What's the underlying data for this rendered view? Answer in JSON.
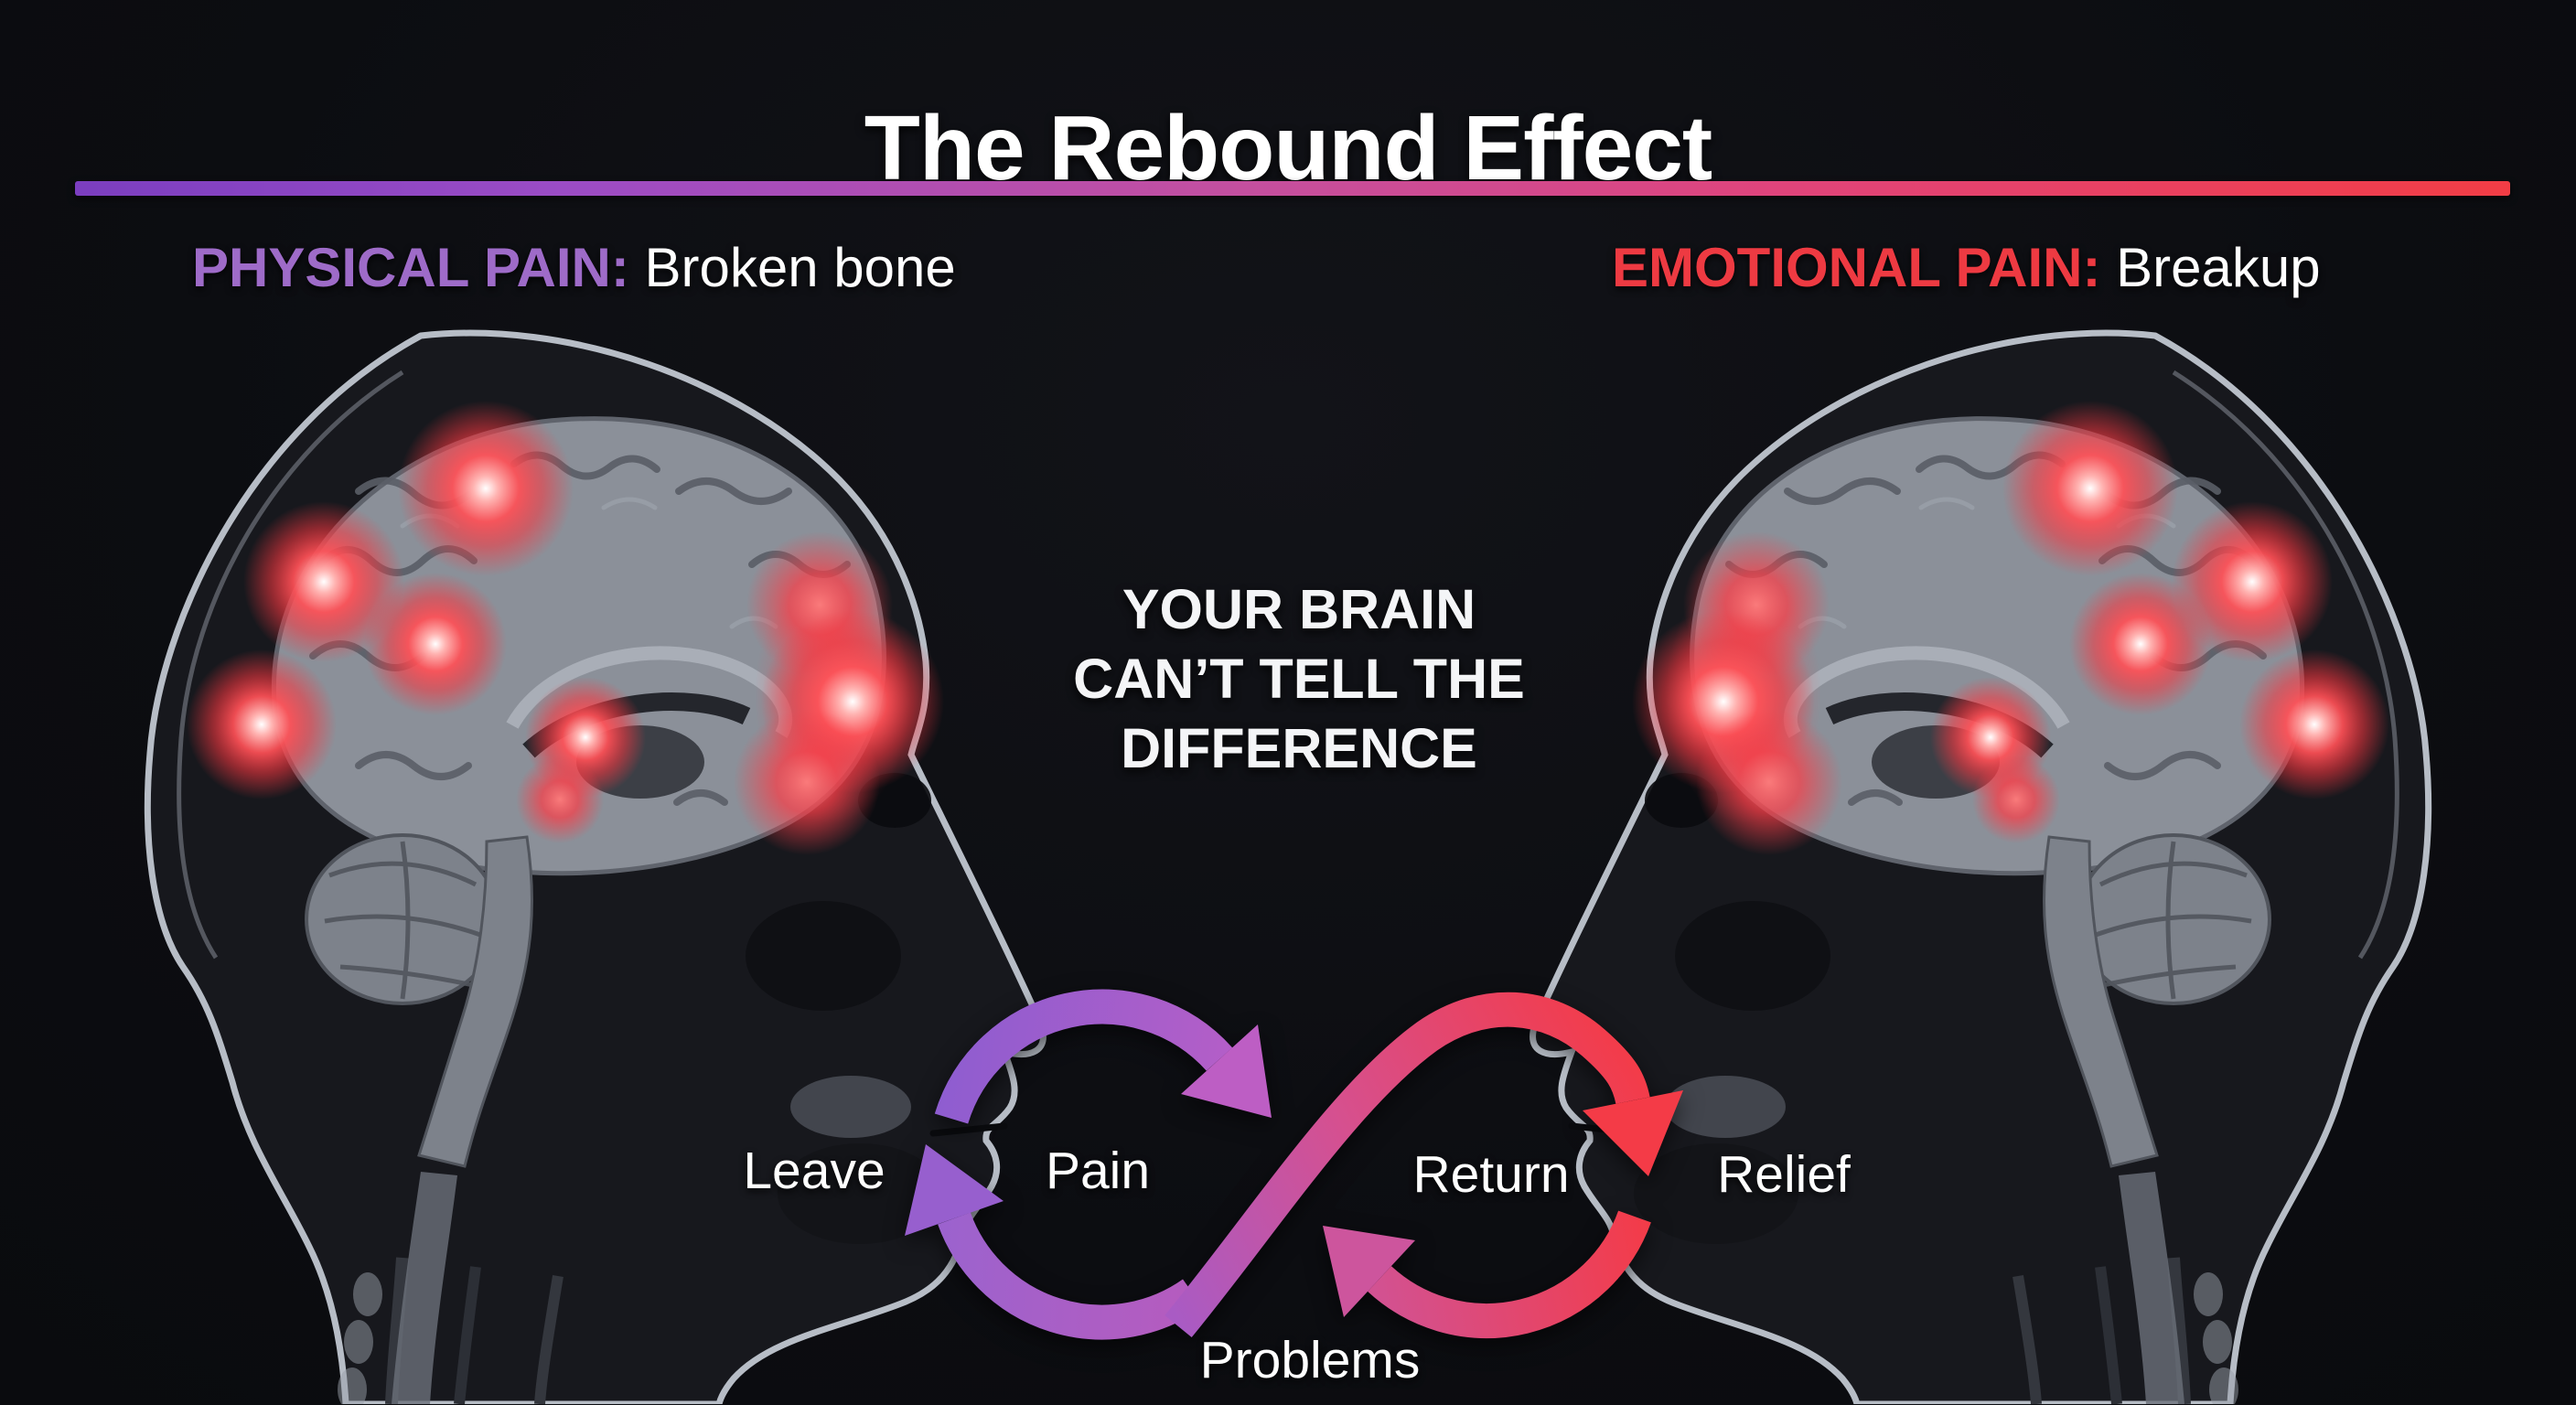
{
  "title": "The Rebound Effect",
  "divider": {
    "gradient_start_color": "#7b3ec0",
    "gradient_mid_color": "#c44f9f",
    "gradient_end_color": "#f23d45"
  },
  "panels": {
    "physical": {
      "label": "PHYSICAL PAIN:",
      "value": "Broken bone",
      "accent_color": "#9e6bc8"
    },
    "emotional": {
      "label": "EMOTIONAL PAIN:",
      "value": "Breakup",
      "accent_color": "#ee3a42"
    }
  },
  "center_message": {
    "line1": "YOUR BRAIN",
    "line2": "CAN’T TELL THE",
    "line3": "DIFFERENCE"
  },
  "brain_scans": {
    "left": {
      "type": "MRI sagittal scan with red pain activation hotspots",
      "meaning": "brain activity during physical pain"
    },
    "right": {
      "type": "MRI sagittal scan with red pain activation hotspots",
      "meaning": "brain activity during emotional pain"
    },
    "hotspot_color": "#ff4a52"
  },
  "cycle": {
    "labels": {
      "leave": "Leave",
      "pain": "Pain",
      "return": "Return",
      "relief": "Relief",
      "problems": "Problems"
    },
    "left_loop_color": "#9a63cf",
    "crossing_color": "#d6508f",
    "right_loop_color": "#f43b47"
  },
  "background_color": "#0c0d11"
}
